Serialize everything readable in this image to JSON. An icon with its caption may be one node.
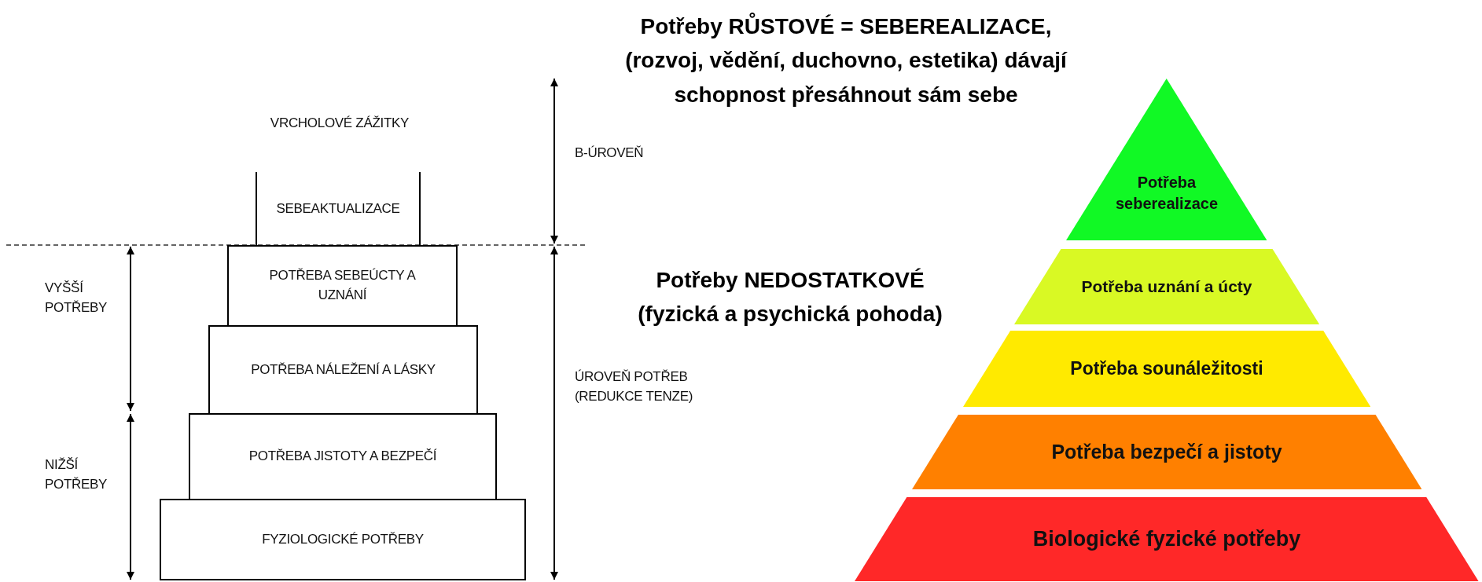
{
  "diagram": {
    "nodes": [
      {
        "text": [
          "SEBEAKTUALIZACE"
        ]
      },
      {
        "text": [
          "POTŘEBA SEBEÚCTY A UZNÁNÍ"
        ]
      },
      {
        "text": [
          "POTŘEBA NÁLEŽENÍ A LÁSKY"
        ]
      },
      {
        "text": [
          "POTŘEBA JISTOTY A BEZPEČÍ"
        ]
      },
      {
        "text": [
          "FYZIOLOGICKÉ POTŘEBY"
        ]
      },
      {
        "text": [
          "Potřeba seberealizace"
        ]
      },
      {
        "text": [
          "Potřeba uznání a úcty"
        ]
      },
      {
        "text": [
          "Potřeba sounáležitosti"
        ]
      },
      {
        "text": [
          "Potřeba bezpečí a jistoty"
        ]
      },
      {
        "text": [
          "Biologické fyzické potřeby"
        ]
      }
    ],
    "labels": [
      "Potřeby RŮSTOVÉ = SEBEREALIZACE, (rozvoj, vědění, duchovno, estetika) dávají schopnost přesáhnout sám sebe",
      "VRCHOLOVÉ ZÁŽITKY",
      "B-ÚROVEŇ",
      "VYŠŠÍ POTŘEBY",
      "Potřeby NEDOSTATKOVÉ (fyzická a psychická pohoda)",
      "ÚROVEŇ POTŘEB (REDUKCE TENZE)",
      "NIŽŠÍ POTŘEBY"
    ]
  }
}
